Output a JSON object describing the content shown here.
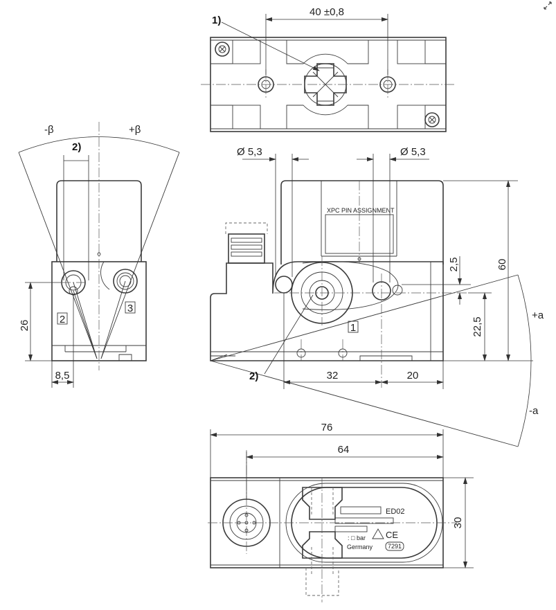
{
  "labels": {
    "callout_1": "1)",
    "callout_2_left": "2)",
    "callout_2_front": "2)",
    "minus_beta": "-β",
    "plus_beta": "+β",
    "plus_a": "+a",
    "minus_a": "-a",
    "port_2": "2",
    "port_3": "3",
    "port_1": "1"
  },
  "dimensions": {
    "d_40": "40 ±0,8",
    "d_phi_left": "Ø 5,3",
    "d_phi_right": "Ø 5,3",
    "d_26": "26",
    "d_8_5": "8,5",
    "d_60": "60",
    "d_2_5": "2,5",
    "d_22_5": "22,5",
    "d_32": "32",
    "d_20": "20",
    "d_76": "76",
    "d_64": "64",
    "d_30": "30"
  },
  "nameplate": {
    "pin_assignment": "XPC  PIN  ASSIGNMENT",
    "model_code": "ED02",
    "bar_text": ": □ bar",
    "country": "Germany",
    "ce_mark": "CE",
    "number": "7291"
  }
}
